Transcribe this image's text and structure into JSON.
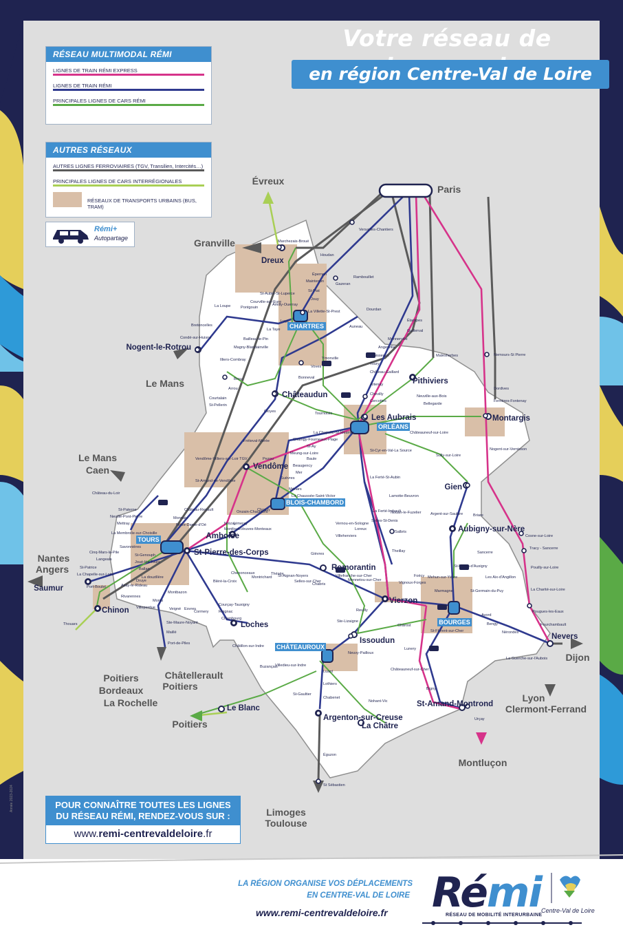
{
  "title": {
    "line1": "Votre réseau de transport",
    "line2": "en région Centre-Val de Loire"
  },
  "legend_remi": {
    "heading": "RÉSEAU MULTIMODAL RÉMI",
    "items": [
      {
        "label": "LIGNES DE TRAIN RÉMI EXPRESS",
        "color": "#d6338a"
      },
      {
        "label": "LIGNES DE TRAIN RÉMI",
        "color": "#2f3a8f"
      },
      {
        "label": "PRINCIPALES LIGNES DE CARS RÉMI",
        "color": "#5aaa46"
      }
    ]
  },
  "legend_autres": {
    "heading": "AUTRES RÉSEAUX",
    "items": [
      {
        "label": "AUTRES LIGNES FERROVIAIRES (TGV, Transilien, Intercités…)",
        "color": "#5a5a5a"
      },
      {
        "label": "PRINCIPALES LIGNES DE CARS INTERRÉGIONALES",
        "color": "#a9cf55"
      },
      {
        "label": "RÉSEAUX DE TRANSPORTS URBAINS (BUS, TRAM)",
        "color": "#d9bfa8"
      }
    ]
  },
  "autopartage": {
    "brand": "Rémi+",
    "sub": "Autopartage"
  },
  "colors": {
    "express": "#d6338a",
    "train": "#2f3a8f",
    "car": "#5aaa46",
    "other_rail": "#5a5a5a",
    "interreg": "#a9cf55",
    "urban": "#d9bfa8",
    "accent": "#3f8fcf",
    "navy": "#1f2350"
  },
  "hubs": [
    "CHARTRES",
    "ORLÉANS",
    "BLOIS-CHAMBORD",
    "TOURS",
    "BOURGES",
    "CHÂTEAUROUX"
  ],
  "cities_major": [
    "Paris",
    "Dreux",
    "Nogent-le-Rotrou",
    "Châteaudun",
    "Pithiviers",
    "Les Aubrais",
    "Montargis",
    "Vendôme",
    "Gien",
    "Aubigny-sur-Nère",
    "Amboise",
    "St-Pierre-des-Corps",
    "Romorantin",
    "Saumur",
    "Chinon",
    "Loches",
    "Vierzon",
    "Issoudun",
    "Nevers",
    "Le Blanc",
    "Argenton-sur-Creuse",
    "La Châtre",
    "St-Amand-Montrond"
  ],
  "destinations": [
    "Évreux",
    "Granville",
    "Le Mans",
    "Le Mans",
    "Caen",
    "Nantes",
    "Angers",
    "Poitiers",
    "Bordeaux",
    "La Rochelle",
    "Châtellerault",
    "Poitiers",
    "Poitiers",
    "Limoges",
    "Toulouse",
    "Montluçon",
    "Lyon",
    "Clermont-Ferrand",
    "Dijon"
  ],
  "stations_minor": [
    "Versailles-Chantiers",
    "Houdan",
    "Marchezais-Broué",
    "Rambouillet",
    "Gazeran",
    "Épernon",
    "Maintenon",
    "St-Piat",
    "Jouy",
    "La Villette-St-Prest",
    "Dourdan",
    "Auneau",
    "Étampes",
    "Guillerval",
    "Monnerville",
    "Angerville",
    "Boisseaux",
    "Toury",
    "Château-Gaillard",
    "Artenay",
    "Chevilly",
    "Cercottes",
    "Malesherbes",
    "Nemours-St Pierre",
    "Dordives",
    "Ferrières-Fontenay",
    "Neuville-aux-Bois",
    "Bellegarde",
    "Châteauneuf-sur-Loire",
    "St-Cyr-en-Val-La Source",
    "Sully-sur-Loire",
    "Nogent-sur-Vernisson",
    "La Ferté-St-Aubin",
    "Lamotte-Beuvron",
    "Nouan-le-Fuzelier",
    "Salbris",
    "Theillay",
    "Argent-sur-Sauldre",
    "Briare",
    "Cosne-sur-Loire",
    "Tracy - Sancerre",
    "Pouilly-sur-Loire",
    "La Charité-sur-Loire",
    "Pougues-les-Eaux",
    "Fourchambault",
    "Sancerre",
    "St-Martin-d'Auxigny",
    "Les Aix-d'Angillon",
    "Avord",
    "Bengy",
    "Nérondes",
    "St-Germain-du-Puy",
    "St-Florent-sur-Cher",
    "Mehun-sur-Yèvre",
    "Marmagne",
    "Foëcy",
    "Vignoux-Forges",
    "Lunery",
    "Châteauneuf-sur-Cher",
    "Bigny",
    "Urçay",
    "La Guerche-sur-l'Aubois",
    "Reuilly",
    "Ste-Lizaigne",
    "Chârost",
    "Neuvy-Pailloux",
    "Luant",
    "Lothiers",
    "Chabenet",
    "Nohant-Vic",
    "Éguzon",
    "St Sébastien",
    "Villedieu-sur-Indre",
    "Buzançais",
    "St-Gaultier",
    "Châtillon-sur-Indre",
    "Luçé",
    "Amilly-Ouerray",
    "Courville-sur-Eure",
    "St-Aubin-St-Luperce",
    "Pontgouin",
    "La Loupe",
    "Bretoncelles",
    "Condé-sur-Huisne",
    "La Taye",
    "Bailleau-le-Pin",
    "Magny-Blandainville",
    "Illiers-Combray",
    "Brou",
    "Arrou",
    "Courtalain",
    "St-Pellerin",
    "Bonneval",
    "Voves",
    "Ymonville",
    "Cloyes",
    "Tournoisis",
    "La Chapelle-St-Mesmin",
    "Chaingy-Fourneaux-Plage",
    "St-Ay",
    "Meung-sur-Loire",
    "Baule",
    "Beaugency",
    "Mer",
    "Suèvres",
    "Ménars",
    "La Chaussée-Saint-Victor",
    "Fréteval-Morée",
    "Pezou",
    "Vendôme-Villiers-sur-Loir TGV",
    "St-Amand-de-Vendôme",
    "Château-du-Loir",
    "Château-Renault",
    "Monnaie",
    "Notre-Dame-d'Oé",
    "St-Paterne",
    "Neuillé-Pont-Pierre",
    "Mettray",
    "La Membrolle-sur-Choisille",
    "Savonnières",
    "Cinq-Mars-la-Pile",
    "Langeais",
    "St-Patrice",
    "La Chapelle-sur-Loire",
    "Port-Boulet",
    "Azay-le-Rideau",
    "Rivarennes",
    "Ballan",
    "St-Genouph",
    "Joué-lès-Tours",
    "La douzillère",
    "Druye",
    "Montbazon",
    "Monts",
    "Villeperdue",
    "Veigné",
    "Esvres",
    "Cormery",
    "Courçay-Tauxigny",
    "Reignac",
    "Chambourg",
    "Ste-Maure-Noyant",
    "Maillé",
    "Port-de-Piles",
    "Noizay",
    "Montlouis",
    "Onzain-Chaumont",
    "Limeray",
    "Veuves-Monteaux",
    "Chouzy",
    "Chenonceaux",
    "Bléré-la-Croix",
    "Montrichard",
    "Thésée",
    "St-Aignan-Noyers",
    "Selles-sur-Cher",
    "Chabris",
    "Gièvres",
    "Villefranche-sur-Cher",
    "Mennetou-sur-Cher",
    "Villeherviers",
    "Vernou-en-Sologne",
    "La Ferté-Imbault",
    "Selles-St-Denis",
    "Loreux",
    "Thouars"
  ]
}
